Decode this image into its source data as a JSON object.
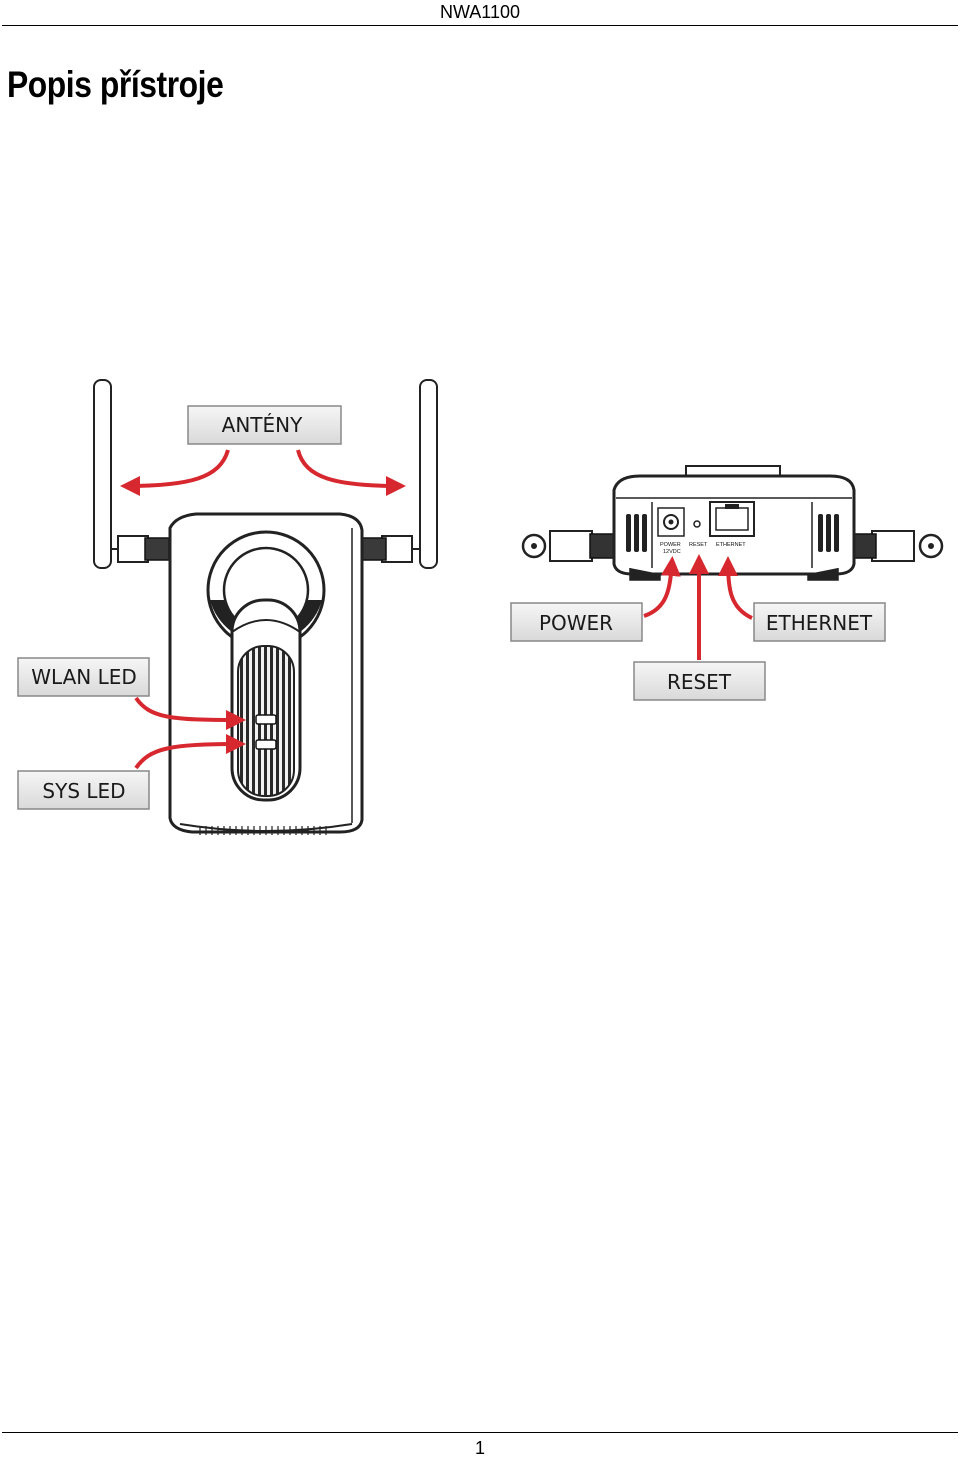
{
  "header": {
    "title": "NWA1100"
  },
  "section": {
    "title": "Popis přístroje"
  },
  "figure": {
    "front_view": {
      "labels": {
        "antennas": "ANTÉNY",
        "wlan_led": "WLAN LED",
        "sys_led": "SYS LED"
      }
    },
    "rear_view": {
      "labels": {
        "power": "POWER",
        "reset": "RESET",
        "ethernet": "ETHERNET"
      },
      "panel_print": {
        "power": "POWER",
        "voltage": "12VDC",
        "reset": "RESET",
        "ethernet": "ETHERNET"
      }
    },
    "arrow_color": "#d7282f"
  },
  "footer": {
    "page_number": "1"
  }
}
